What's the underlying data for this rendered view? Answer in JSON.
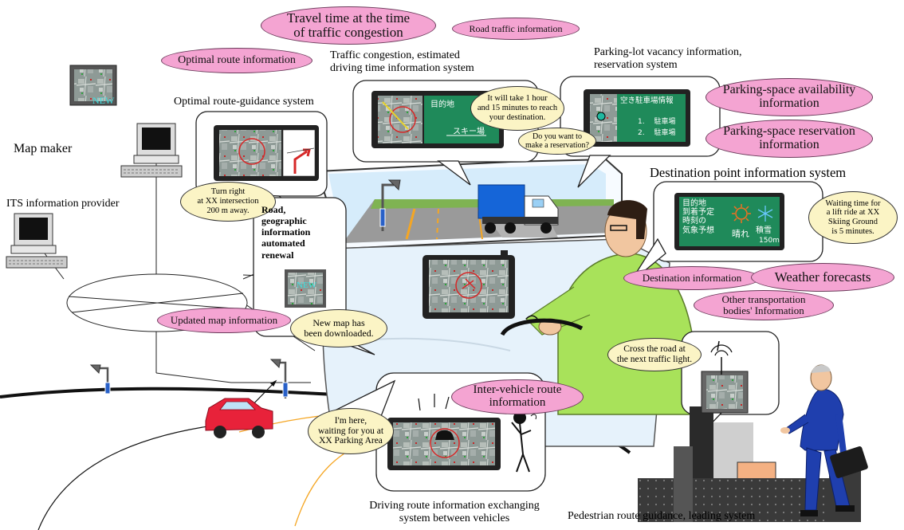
{
  "labels": {
    "optimal_route_system": "Optimal route-guidance system",
    "traffic_congestion_system": "Traffic congestion, estimated\ndriving time information system",
    "parking_lot_system": "Parking-lot vacancy information,\nreservation system",
    "destination_point_system": "Destination point information system",
    "map_maker": "Map maker",
    "its_provider": "ITS information provider",
    "road_renewal": "Road,\ngeographic\ninformation\nautomated\nrenewal",
    "driving_route_exchange": "Driving route information exchanging\nsystem between vehicles",
    "pedestrian_guidance": "Pedestrian route guidance, leading system"
  },
  "pink_tags": {
    "travel_time": "Travel time at the time\nof traffic congestion",
    "road_traffic_info": "Road traffic information",
    "optimal_route_info": "Optimal route information",
    "parking_availability": "Parking-space availability\ninformation",
    "parking_reservation": "Parking-space reservation\ninformation",
    "destination_info": "Destination information",
    "weather_forecasts": "Weather forecasts",
    "other_transport": "Other transportation\nbodies' Information",
    "updated_map": "Updated map information",
    "inter_vehicle": "Inter-vehicle route\ninformation"
  },
  "yellow_bubbles": {
    "turn_right": "Turn right\nat XX intersection\n200 m away.",
    "one_hour": "It will take 1 hour\nand 15 minutes to reach\nyour destination.",
    "reservation_q": "Do you want to\nmake a reservation?",
    "lift_wait": "Waiting time for\na lift ride at XX\nSkiing Ground\nis 5 minutes.",
    "new_map": "New map has\nbeen downloaded.",
    "cross_road": "Cross the road at\nthe next traffic light.",
    "im_here": "I'm here,\nwaiting for you at\nXX Parking Area"
  },
  "screens": {
    "map_new": "NEW",
    "traffic_dest": "目的地",
    "traffic_ski": "スキー場",
    "parking_title": "空き駐車場情報",
    "parking_1": "1.　 駐車場",
    "parking_2": "2.　 駐車場",
    "dest_lines": "目的地\n到着予定\n時刻の\n気象予想",
    "weather_sunny": "晴れ",
    "weather_snow": "積雪",
    "weather_depth": "150m"
  },
  "colors": {
    "pink_tag": "#f4a4d2",
    "yellow_bubble": "#fbf4c5",
    "screen_green": "#1f8a5a",
    "screen_frame": "#222222",
    "driver_shirt": "#a8e25a",
    "pedestrian_suit": "#1f3fae",
    "car_red": "#e8223a",
    "truck_blue": "#1565d8",
    "road_orange": "#f5a623"
  },
  "icons": [
    "computer-icon",
    "car-icon",
    "truck-icon",
    "street-lamp-icon",
    "signal-icon",
    "sun-icon",
    "snow-icon",
    "briefcase-icon"
  ]
}
